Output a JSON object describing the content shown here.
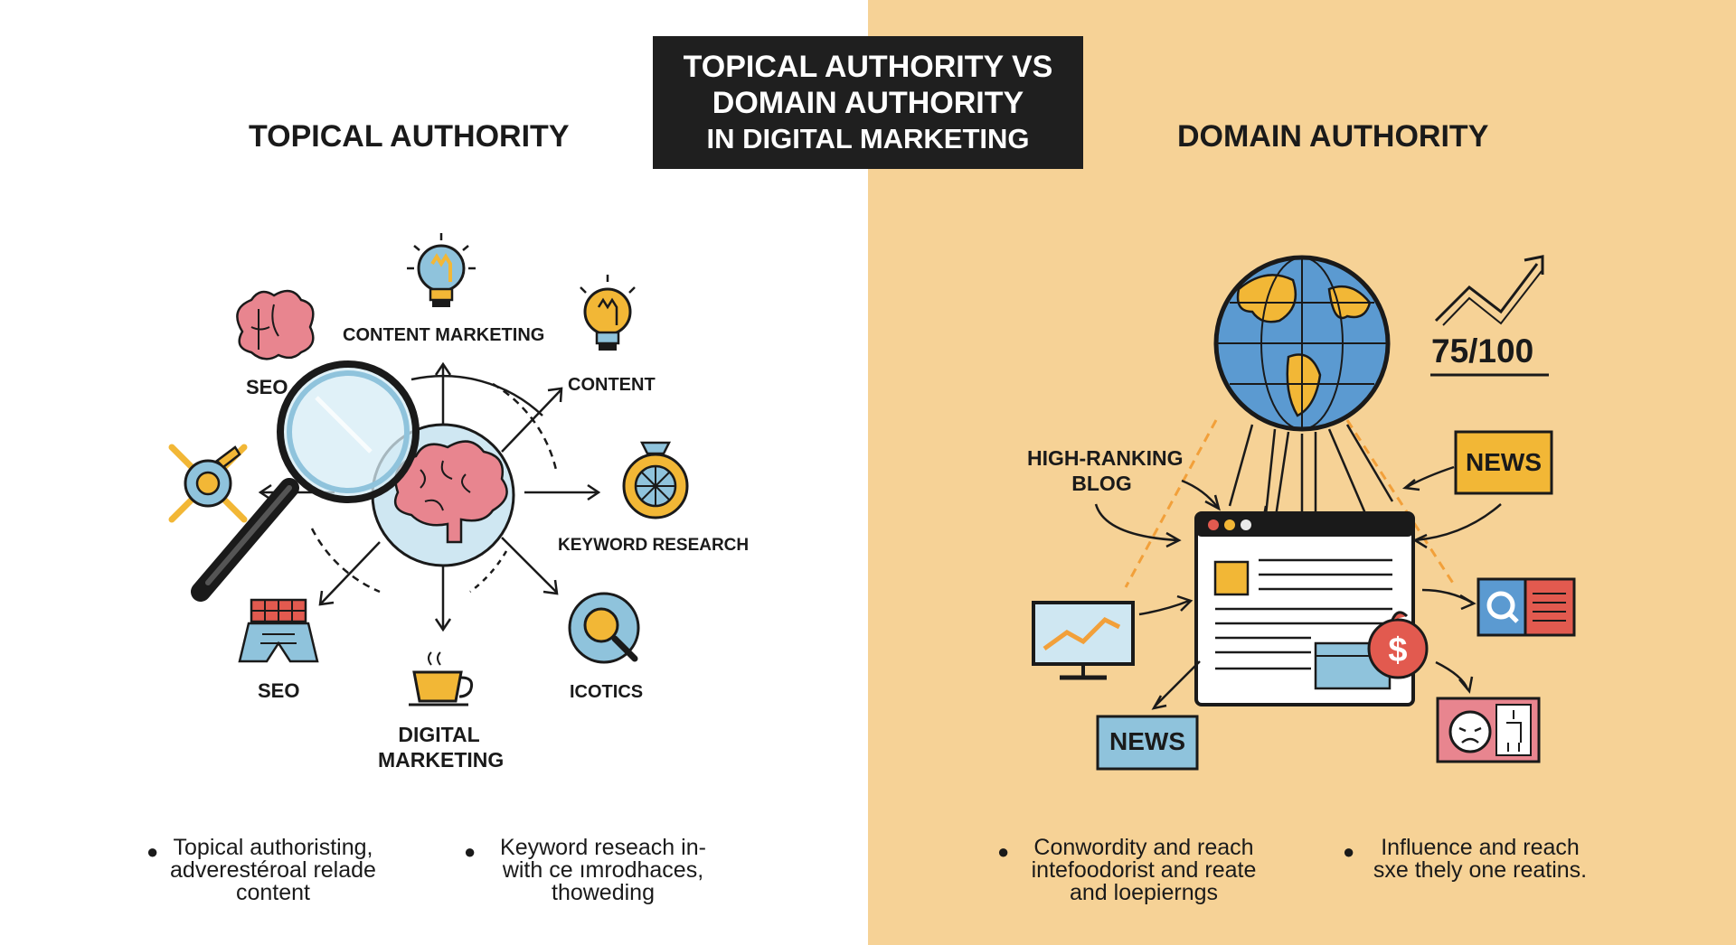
{
  "title": {
    "line1": "TOPICAL AUTHORITY VS",
    "line2": "DOMAIN AUTHORITY",
    "line3": "IN DIGITAL MARKETING"
  },
  "left": {
    "heading": "TOPICAL AUTHORITY",
    "labels": {
      "seo_top": "SEO",
      "content_marketing": "CONTENT MARKETING",
      "content": "CONTENT",
      "keyword_research": "KEYWORD RESEARCH",
      "icotics": "ICOTICS",
      "digital_marketing_1": "DIGITAL",
      "digital_marketing_2": "MARKETING",
      "seo_bottom": "SEO"
    },
    "bullets": [
      {
        "lines": [
          "Topical authoristing,",
          "adverestéroal relade",
          "content"
        ]
      },
      {
        "lines": [
          "Keyword reseach in-",
          "with ce ımrodhaces,",
          "thoweding"
        ]
      }
    ]
  },
  "right": {
    "heading": "DOMAIN AUTHORITY",
    "score": "75/100",
    "labels": {
      "high_ranking_1": "HIGH-RANKING",
      "high_ranking_2": "BLOG",
      "news_top": "NEWS",
      "news_bottom": "NEWS"
    },
    "bullets": [
      {
        "lines": [
          "Conwordity and reach",
          "intefoodorist and reate",
          "and loepierngs"
        ]
      },
      {
        "lines": [
          "Influence and reach",
          "sxe thely one reatins."
        ]
      }
    ]
  },
  "colors": {
    "left_background": "#ffffff",
    "right_background": "#f6d296",
    "title_box": "#1f1f1f",
    "accent_yellow": "#f2b736",
    "accent_blue": "#8fc3dc",
    "accent_pink": "#e8858f",
    "accent_red": "#e25a4f",
    "line_dark": "#1a1a1a"
  },
  "icons": [
    "brain-icon",
    "lightbulb-icon",
    "magnifier-icon",
    "target-icon",
    "compass-icon",
    "search-icon",
    "coffee-cup-icon",
    "book-icon",
    "globe-icon",
    "trend-arrow-icon",
    "browser-window-icon",
    "monitor-chart-icon",
    "dollar-coin-icon",
    "search-card-icon",
    "face-card-icon"
  ]
}
